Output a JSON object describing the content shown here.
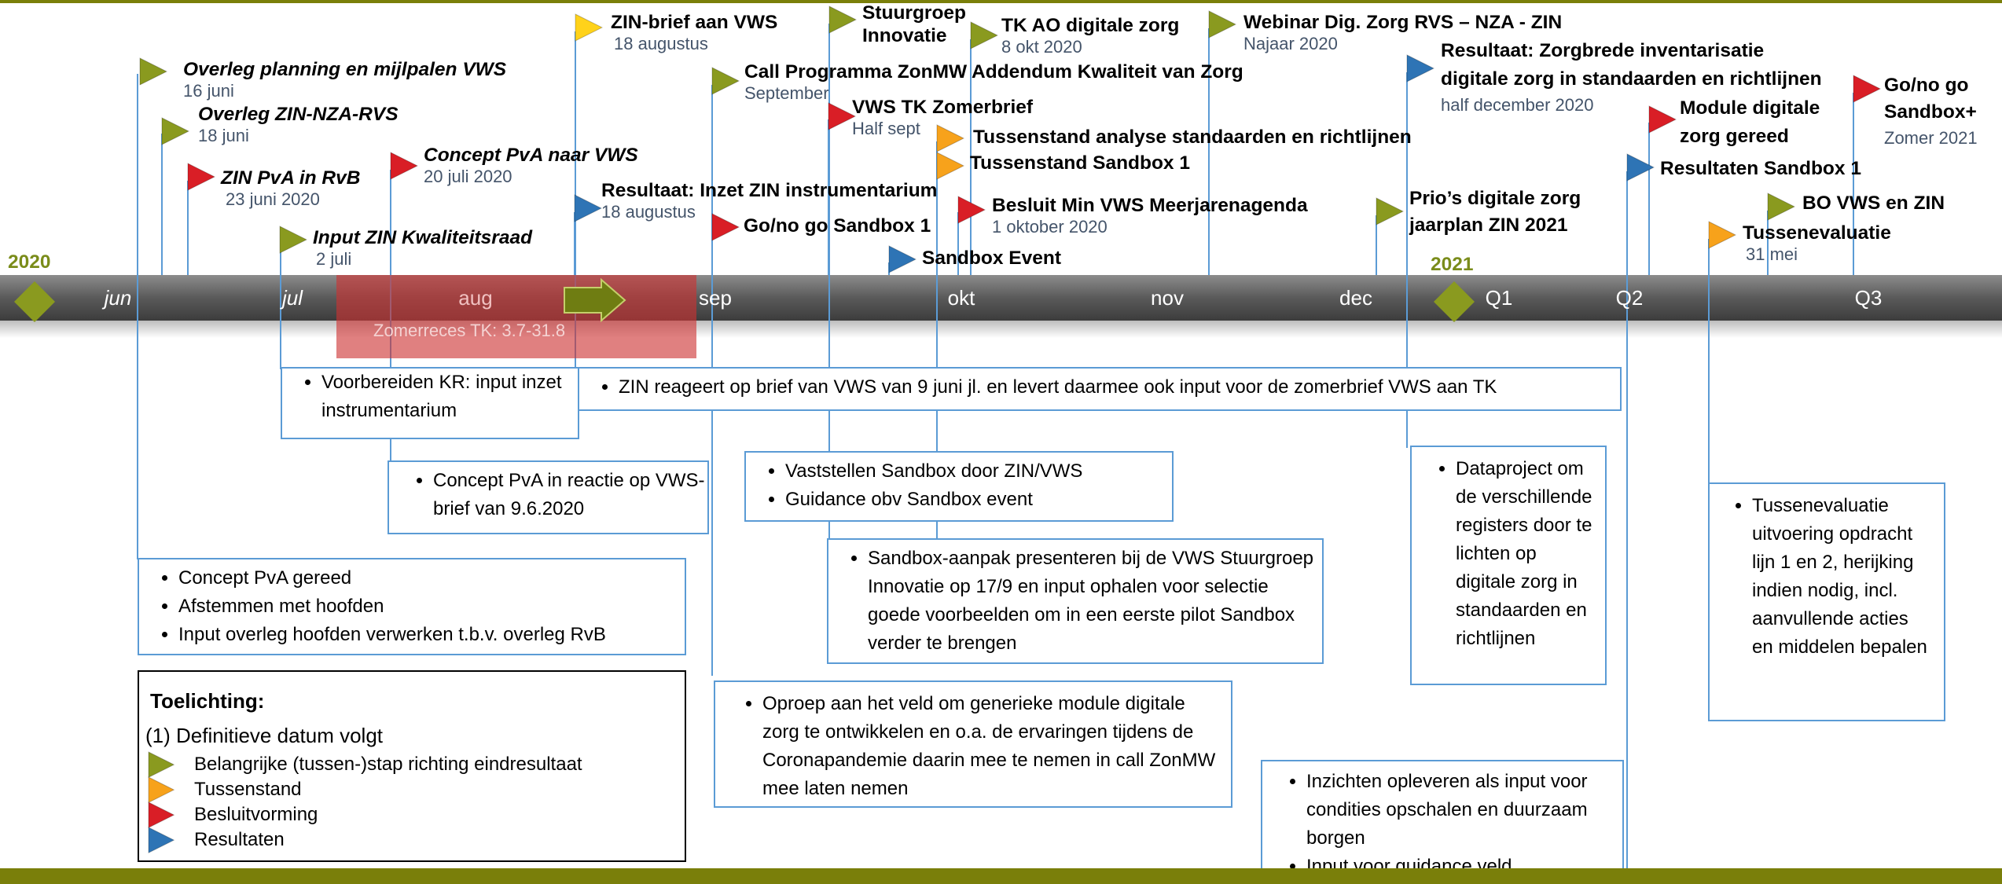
{
  "colors": {
    "olive": "#8a9a1f",
    "orange": "#f7a21b",
    "red": "#d91e26",
    "blue": "#2e74b5",
    "yellow": "#ffd21a",
    "connector": "#5b9bd5",
    "timeline_bar": "#6e6e6e",
    "olive_band": "#7a7f0a"
  },
  "timeline": {
    "year_2020": "2020",
    "year_2021": "2021",
    "months": [
      "jun",
      "jul",
      "aug",
      "sep",
      "okt",
      "nov",
      "dec",
      "Q1",
      "Q2",
      "Q3"
    ],
    "recess_label": "Zomerreces TK: 3.7-31.8"
  },
  "events": [
    {
      "title": "Overleg planning en mijlpalen VWS",
      "sub": "16 juni",
      "flag": "olive",
      "italic": true
    },
    {
      "title": "Overleg ZIN-NZA-RVS",
      "sub": "18 juni",
      "flag": "olive",
      "italic": true
    },
    {
      "title": "ZIN PvA in RvB",
      "sub": "23 juni 2020",
      "flag": "red",
      "italic": true
    },
    {
      "title": "Input ZIN Kwaliteitsraad",
      "sub": "2 juli",
      "flag": "olive",
      "italic": true
    },
    {
      "title": "Concept PvA naar VWS",
      "sub": "20 juli 2020",
      "flag": "red",
      "italic": true
    },
    {
      "title": "ZIN-brief aan VWS",
      "sub": "18 augustus",
      "flag": "yellow",
      "italic": false
    },
    {
      "title": "Resultaat: Inzet ZIN instrumentarium",
      "sub": "18 augustus",
      "flag": "blue",
      "italic": false
    },
    {
      "title": "Call Programma ZonMW Addendum Kwaliteit van Zorg",
      "sub": "September",
      "flag": "olive",
      "italic": false
    },
    {
      "title": "Go/no go Sandbox 1",
      "sub": "",
      "flag": "red",
      "italic": false
    },
    {
      "title": "Stuurgroep",
      "title2": "Innovatie",
      "sub": "",
      "flag": "olive",
      "italic": false
    },
    {
      "title": "VWS TK Zomerbrief",
      "sub": "Half sept",
      "flag": "red",
      "italic": false
    },
    {
      "title": "Sandbox Event",
      "sub": "",
      "flag": "blue",
      "italic": false
    },
    {
      "title": "TK AO digitale zorg",
      "sub": "8 okt 2020",
      "flag": "olive",
      "italic": false
    },
    {
      "title": "Tussenstand analyse standaarden en richtlijnen",
      "sub": "",
      "flag": "orange",
      "italic": false
    },
    {
      "title": "Tussenstand Sandbox 1",
      "sub": "",
      "flag": "orange",
      "italic": false
    },
    {
      "title": "Besluit Min VWS Meerjarenagenda",
      "sub": "1 oktober 2020",
      "flag": "red",
      "italic": false
    },
    {
      "title": "Webinar Dig. Zorg RVS – NZA - ZIN",
      "sub": "Najaar 2020",
      "flag": "olive",
      "italic": false
    },
    {
      "title": "Resultaat: Zorgbrede inventarisatie",
      "title2": "digitale zorg in standaarden en richtlijnen",
      "sub": "half december 2020",
      "flag": "blue",
      "italic": false
    },
    {
      "title": "Prio’s digitale zorg",
      "title2": "jaarplan ZIN 2021",
      "sub": "",
      "flag": "olive",
      "italic": false
    },
    {
      "title": "Module digitale",
      "title2": "zorg gereed",
      "sub": "",
      "flag": "red",
      "italic": false
    },
    {
      "title": "Resultaten Sandbox 1",
      "sub": "",
      "flag": "blue",
      "italic": false
    },
    {
      "title": "Go/no go",
      "title2": "Sandbox+",
      "sub": "Zomer 2021",
      "flag": "red",
      "italic": false
    },
    {
      "title": "BO VWS en ZIN",
      "sub": "",
      "flag": "olive",
      "italic": false
    },
    {
      "title": "Tussenevaluatie",
      "sub": "31 mei",
      "flag": "orange",
      "italic": false
    }
  ],
  "boxes": [
    {
      "items": [
        "Voorbereiden KR: input inzet instrumentarium"
      ]
    },
    {
      "items": [
        "ZIN reageert op brief van VWS van 9 juni jl. en levert daarmee ook input voor de zomerbrief VWS aan TK"
      ]
    },
    {
      "items": [
        "Concept PvA in reactie op VWS-brief van 9.6.2020"
      ]
    },
    {
      "items": [
        "Vaststellen Sandbox door ZIN/VWS",
        "Guidance obv Sandbox event"
      ]
    },
    {
      "items": [
        "Concept PvA gereed",
        "Afstemmen met hoofden",
        "Input overleg hoofden verwerken t.b.v. overleg RvB"
      ]
    },
    {
      "items": [
        "Sandbox-aanpak presenteren bij de VWS Stuurgroep Innovatie op 17/9 en input ophalen voor selectie goede voorbeelden om in een eerste  pilot Sandbox verder te brengen"
      ]
    },
    {
      "items": [
        "Oproep aan het veld om generieke module digitale zorg  te ontwikkelen en o.a. de ervaringen tijdens de Coronapandemie daarin mee te nemen in call ZonMW mee laten nemen"
      ]
    },
    {
      "items": [
        "Dataproject om de verschillende registers door te lichten op digitale zorg in standaarden en richtlijnen"
      ]
    },
    {
      "items": [
        "Tussenevaluatie uitvoering opdracht lijn 1 en 2, herijking indien nodig, incl. aanvullende acties en  middelen bepalen"
      ]
    },
    {
      "items": [
        "Inzichten opleveren als input voor condities opschalen en duurzaam borgen",
        "Input voor guidance veld"
      ]
    }
  ],
  "legend": {
    "heading": "Toelichting:",
    "note": "(1) Definitieve datum volgt",
    "items": [
      {
        "label": "Belangrijke (tussen-)stap richting eindresultaat",
        "flag": "olive"
      },
      {
        "label": "Tussenstand",
        "flag": "orange"
      },
      {
        "label": "Besluitvorming",
        "flag": "red"
      },
      {
        "label": "Resultaten",
        "flag": "blue"
      }
    ]
  }
}
